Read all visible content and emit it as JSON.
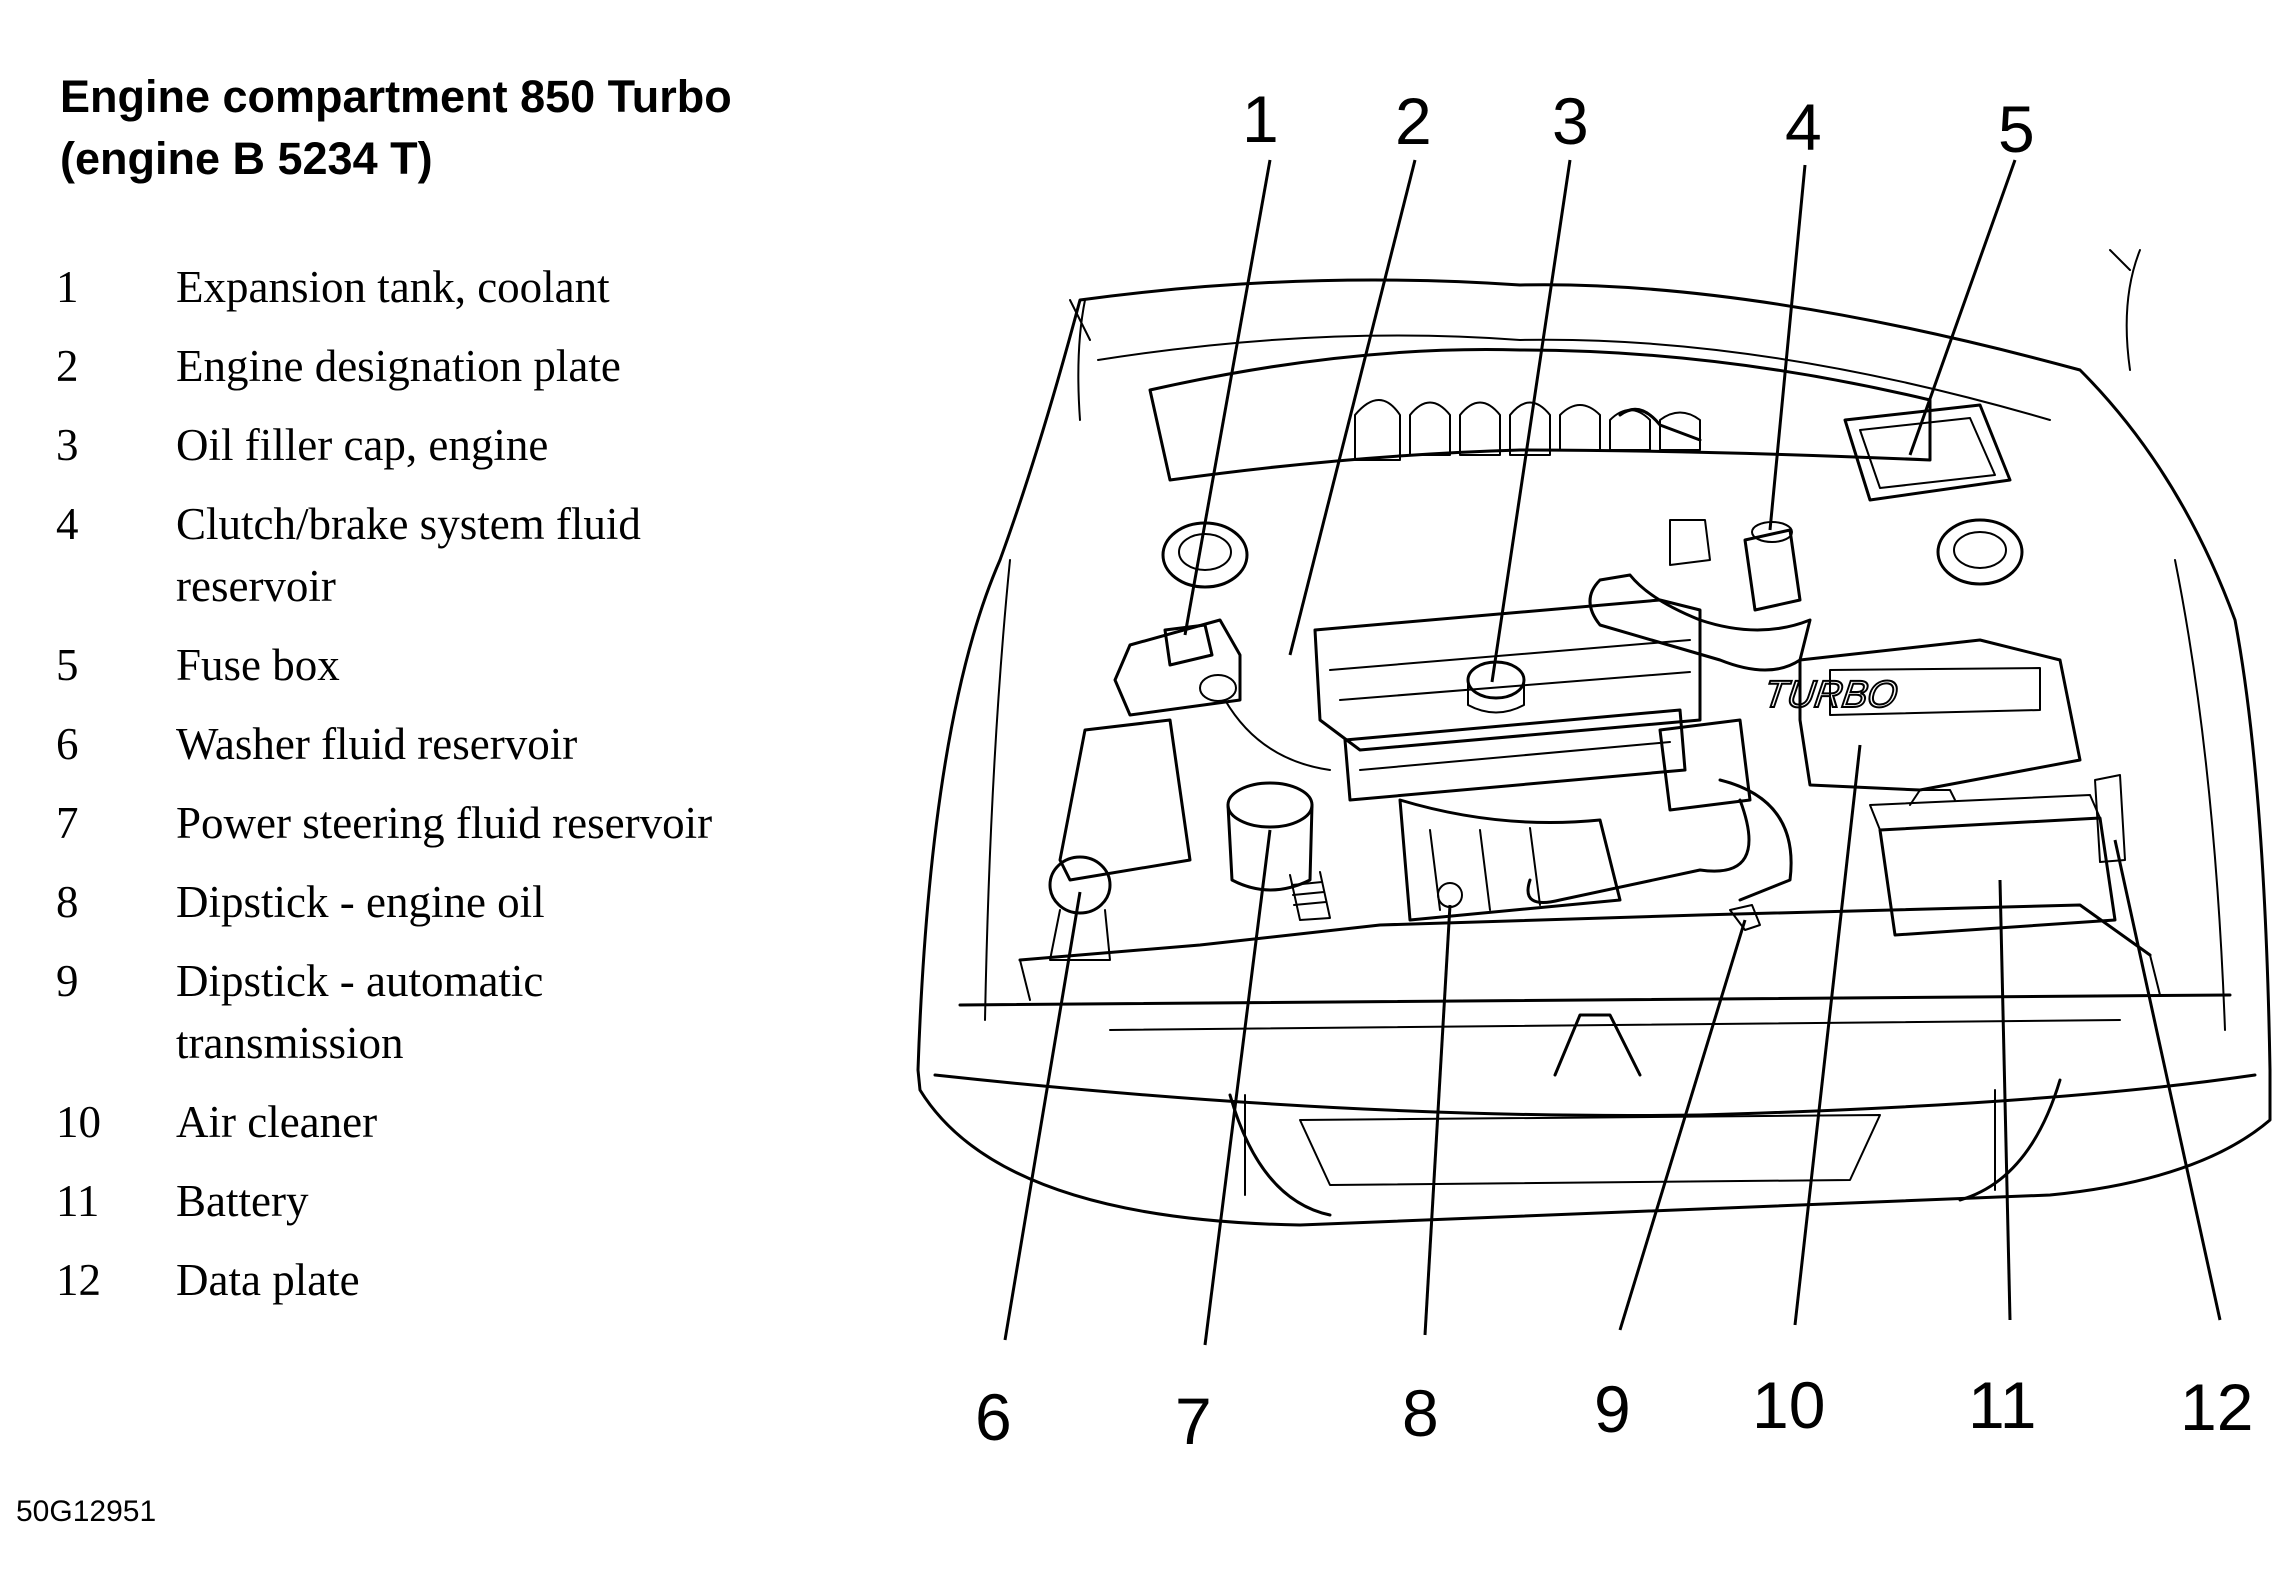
{
  "title": {
    "line1": "Engine compartment 850 Turbo",
    "line2": "(engine B 5234 T)"
  },
  "legend": [
    {
      "number": "1",
      "label": "Expansion tank, coolant"
    },
    {
      "number": "2",
      "label": "Engine designation plate"
    },
    {
      "number": "3",
      "label": "Oil filler cap, engine"
    },
    {
      "number": "4",
      "label": "Clutch/brake system fluid reservoir"
    },
    {
      "number": "5",
      "label": "Fuse box"
    },
    {
      "number": "6",
      "label": "Washer fluid reservoir"
    },
    {
      "number": "7",
      "label": "Power steering fluid reservoir"
    },
    {
      "number": "8",
      "label": "Dipstick - engine oil"
    },
    {
      "number": "9",
      "label": "Dipstick - automatic transmission"
    },
    {
      "number": "10",
      "label": "Air cleaner"
    },
    {
      "number": "11",
      "label": "Battery"
    },
    {
      "number": "12",
      "label": "Data plate"
    }
  ],
  "callouts": [
    "1",
    "2",
    "3",
    "4",
    "5",
    "6",
    "7",
    "8",
    "9",
    "10",
    "11",
    "12"
  ],
  "engine_cover_text": "TURBO",
  "figure_id": "50G12951"
}
